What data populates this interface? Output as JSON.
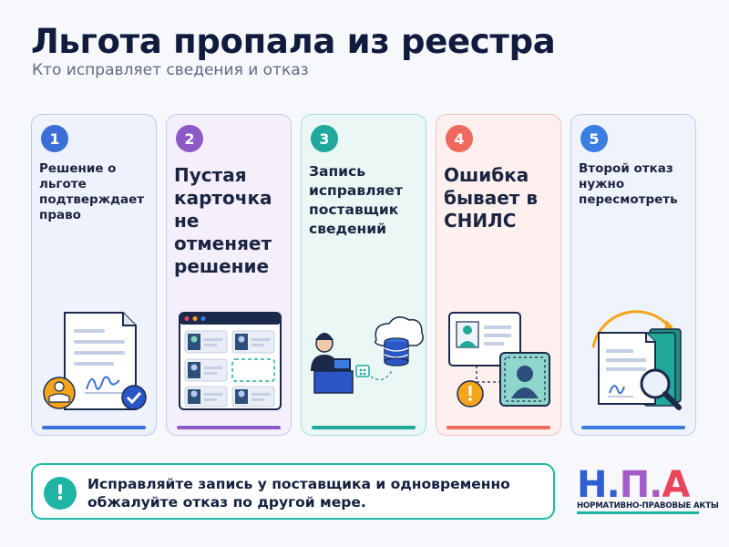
{
  "header": {
    "title": "Льгота пропала из реестра",
    "subtitle": "Кто исправляет сведения и отказ"
  },
  "cards": [
    {
      "number": "1",
      "text": "Решение о льготе подтверждает право",
      "accent": "#3b6fd8",
      "bg": "#eef2fc",
      "border": "#b9c9ef",
      "icon": "document-signature-icon"
    },
    {
      "number": "2",
      "text": "Пустая карточка не отменяет решение",
      "accent": "#8d5bc6",
      "bg": "#f4effa",
      "border": "#d4c3ec",
      "icon": "registry-window-icon"
    },
    {
      "number": "3",
      "text": "Запись исправляет поставщик сведений",
      "accent": "#1fa99a",
      "bg": "#eaf7f5",
      "border": "#a9dfd7",
      "icon": "operator-database-icon"
    },
    {
      "number": "4",
      "text": "Ошибка бывает в СНИЛС",
      "accent": "#ee6a5c",
      "bg": "#fdf0ee",
      "border": "#f4c2bb",
      "icon": "id-card-warning-icon"
    },
    {
      "number": "5",
      "text": "Второй отказ нужно пересмотреть",
      "accent": "#3b7de0",
      "bg": "#eef3fc",
      "border": "#b8cdef",
      "icon": "document-review-icon"
    }
  ],
  "tip": {
    "icon_symbol": "!",
    "text": "Исправляйте запись у поставщика и одновременно обжалуйте отказ по другой мере."
  },
  "logo": {
    "letter_1": "Н",
    "dot_1": ".",
    "letter_2": "П",
    "dot_2": ".",
    "letter_3": "А",
    "caption": "НОРМАТИВНО-ПРАВОВЫЕ АКТЫ",
    "colors": [
      "#2f5fd0",
      "#a35cc8",
      "#e8465b"
    ]
  }
}
